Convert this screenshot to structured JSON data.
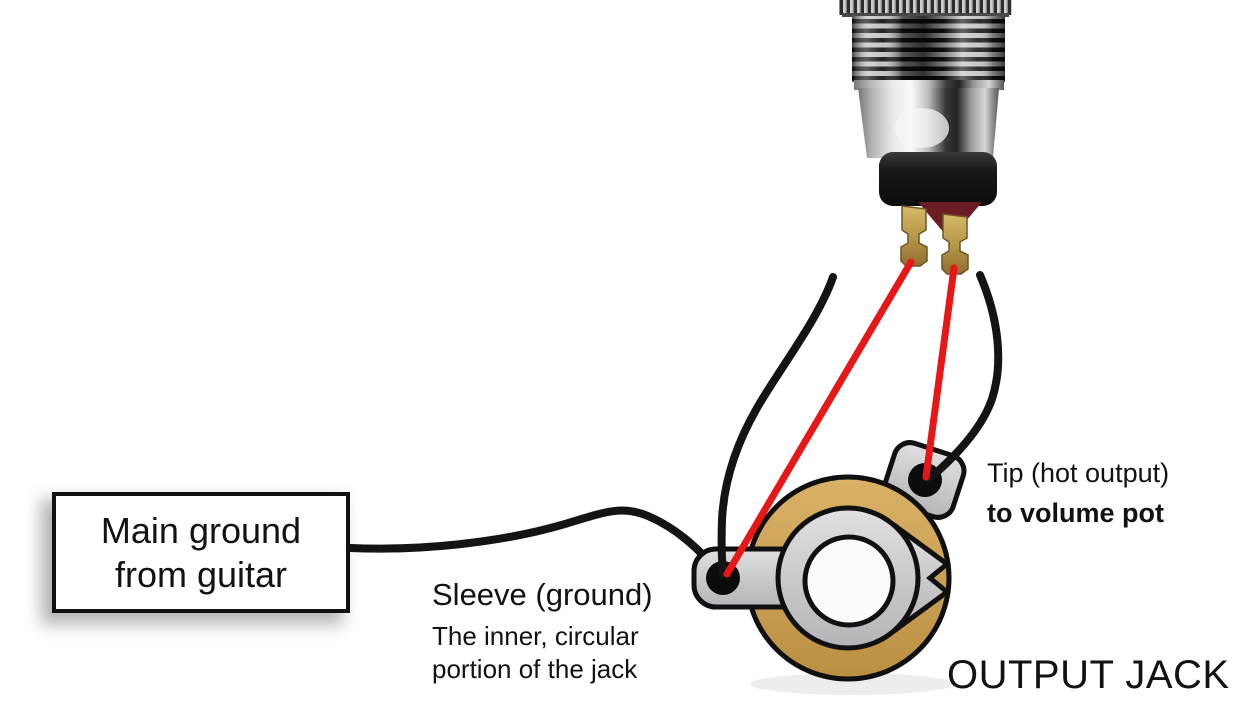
{
  "labels": {
    "ground_box": {
      "line1": "Main ground",
      "line2": "from guitar"
    },
    "sleeve": {
      "title": "Sleeve (ground)",
      "desc1": "The inner, circular",
      "desc2": "portion of the jack"
    },
    "tip": {
      "line1": "Tip (hot output)",
      "line2": "to volume pot"
    },
    "caption": "OUTPUT JACK"
  },
  "colors": {
    "hot_wire_red": "#e81717",
    "ground_wire_black": "#141414",
    "jack_ring_tan": "#cda55c",
    "jack_metal_silver": "#c9c9cb",
    "solder_lug_gold": "#b8984a",
    "solder_point_black": "#0c0c0c",
    "text": "#121212",
    "background": "#ffffff"
  }
}
